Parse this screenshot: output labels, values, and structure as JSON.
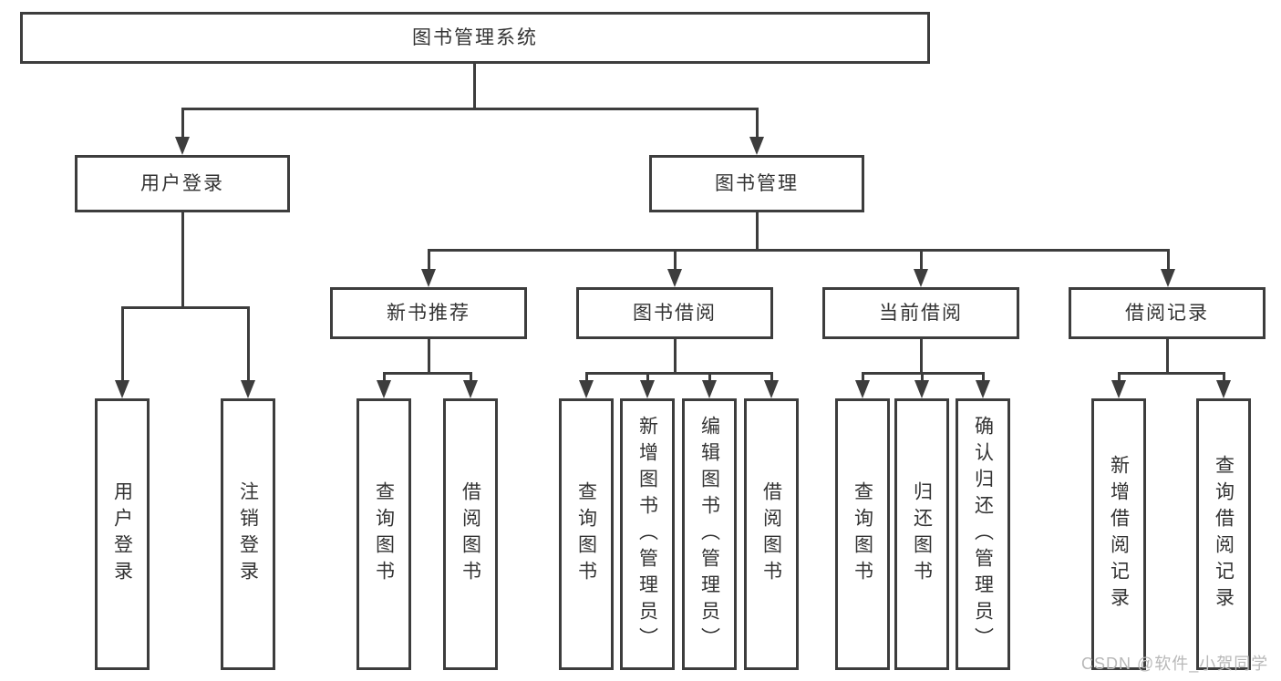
{
  "tree": {
    "root": {
      "label": "图书管理系统",
      "children": [
        {
          "label": "用户登录",
          "children": [
            {
              "label": "用户登录"
            },
            {
              "label": "注销登录"
            }
          ]
        },
        {
          "label": "图书管理",
          "children": [
            {
              "label": "新书推荐",
              "children": [
                {
                  "label": "查询图书"
                },
                {
                  "label": "借阅图书"
                }
              ]
            },
            {
              "label": "图书借阅",
              "children": [
                {
                  "label": "查询图书"
                },
                {
                  "label": "新增图书（管理员）"
                },
                {
                  "label": "编辑图书（管理员）"
                },
                {
                  "label": "借阅图书"
                }
              ]
            },
            {
              "label": "当前借阅",
              "children": [
                {
                  "label": "查询图书"
                },
                {
                  "label": "归还图书"
                },
                {
                  "label": "确认归还（管理员）"
                }
              ]
            },
            {
              "label": "借阅记录",
              "children": [
                {
                  "label": "新增借阅记录"
                },
                {
                  "label": "查询借阅记录"
                }
              ]
            }
          ]
        }
      ]
    }
  },
  "watermark": {
    "text": "CSDN @软件_小贺同学"
  },
  "colors": {
    "line": "#3d3d3d",
    "text": "#333333",
    "watermark": "#b8b8b8",
    "background": "#ffffff"
  }
}
